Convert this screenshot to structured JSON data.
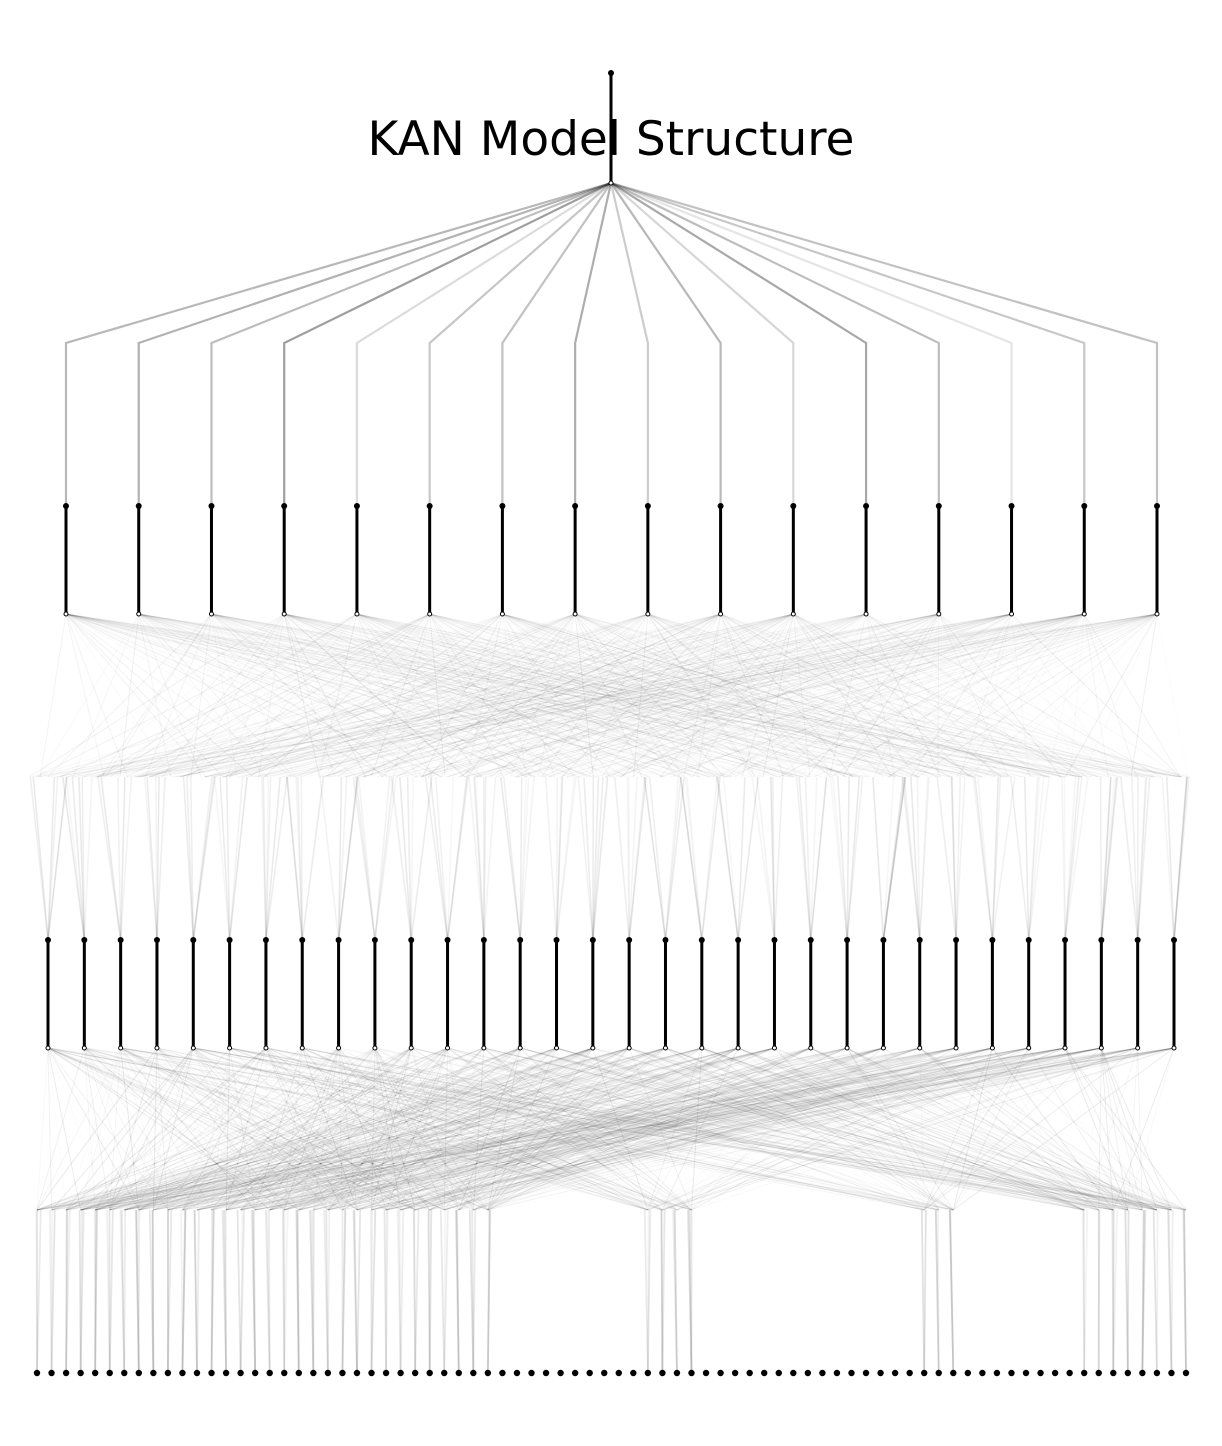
{
  "title": "KAN Model Structure",
  "colors": {
    "background": "#ffffff",
    "node": "#000000",
    "edge": "#000000"
  },
  "model": {
    "layer_widths": [
      1,
      16,
      32,
      80
    ],
    "output_layer": 0,
    "input_layer": 3
  },
  "edges": {
    "0-1": [
      0.28,
      0.3,
      0.26,
      0.38,
      0.14,
      0.22,
      0.24,
      0.32,
      0.2,
      0.28,
      0.16,
      0.34,
      0.26,
      0.1,
      0.22,
      0.24
    ],
    "1-2": {
      "mean_alpha": 0.05
    },
    "2-3": {
      "mean_alpha": 0.06
    }
  },
  "inactive_input_ranges": [
    [
      32,
      41
    ],
    [
      46,
      54
    ],
    [
      55,
      60
    ],
    [
      64,
      71
    ]
  ]
}
